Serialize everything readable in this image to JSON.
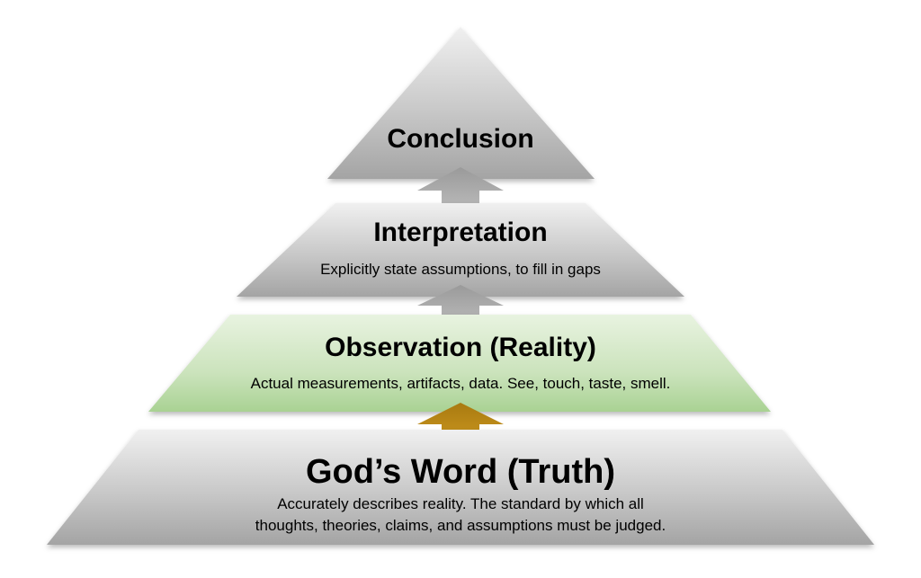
{
  "levels": [
    {
      "title": "Conclusion",
      "description": ""
    },
    {
      "title": "Interpretation",
      "description": "Explicitly state assumptions, to fill in gaps"
    },
    {
      "title": "Observation (Reality)",
      "description": "Actual measurements, artifacts, data. See, touch, taste, smell."
    },
    {
      "title": "God’s Word (Truth)",
      "description_lines": [
        "Accurately describes reality. The standard by which all",
        "thoughts, theories, claims, and assumptions must be judged."
      ]
    }
  ],
  "colors": {
    "gray_light": "#e6e6e6",
    "gray_dark": "#9a9a9a",
    "green_light": "#e2efd9",
    "green_dark": "#9ec98a",
    "arrow_gray": "#a8a8a8",
    "arrow_gold": "#b8860b"
  }
}
